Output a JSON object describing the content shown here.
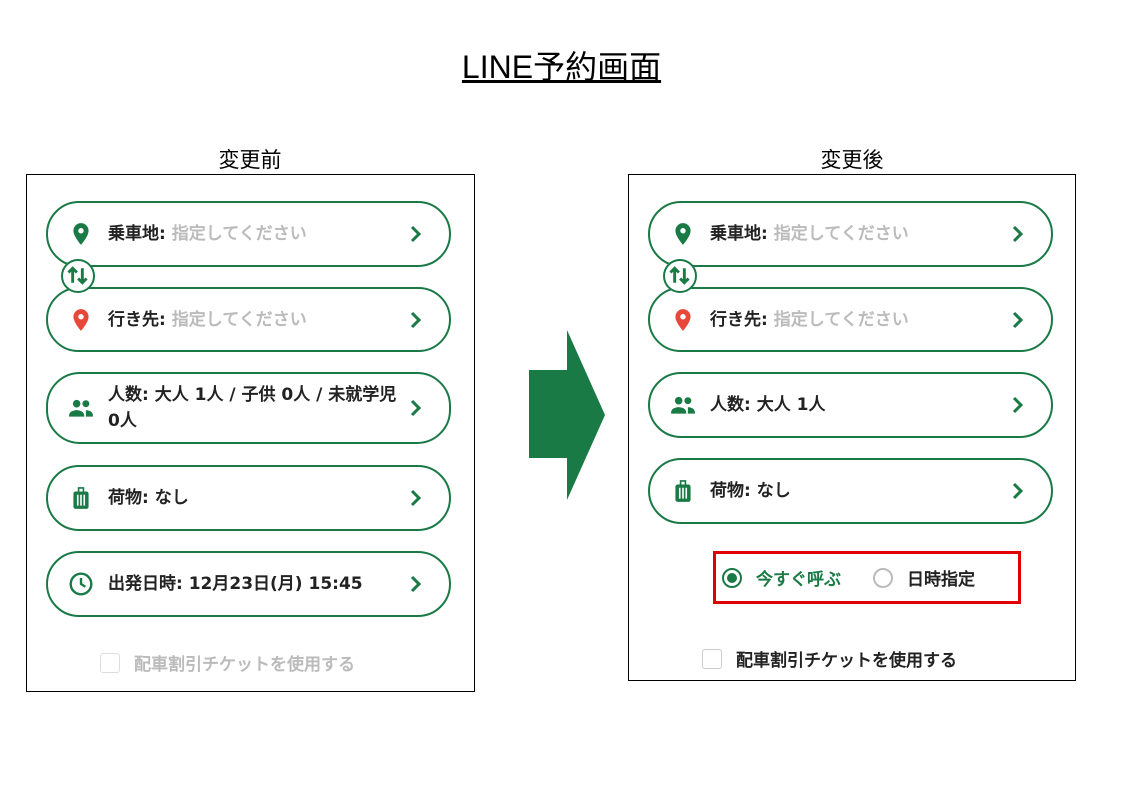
{
  "title": "LINE予約画面",
  "colors": {
    "green": "#1a7a46",
    "red_pin": "#e8483a",
    "highlight": "#e00000"
  },
  "before": {
    "caption": "変更前",
    "pickup": {
      "label": "乗車地:",
      "placeholder": "指定してください"
    },
    "destination": {
      "label": "行き先:",
      "placeholder": "指定してください"
    },
    "passengers": {
      "label": "人数: 大人 1人 / 子供 0人 / 未就学児 0人"
    },
    "luggage": {
      "label": "荷物: なし"
    },
    "departure": {
      "label": "出発日時: 12月23日(月) 15:45"
    },
    "coupon": "配車割引チケットを使用する"
  },
  "after": {
    "caption": "変更後",
    "pickup": {
      "label": "乗車地:",
      "placeholder": "指定してください"
    },
    "destination": {
      "label": "行き先:",
      "placeholder": "指定してください"
    },
    "passengers": {
      "label": "人数: 大人 1人"
    },
    "luggage": {
      "label": "荷物: なし"
    },
    "radio": {
      "now": "今すぐ呼ぶ",
      "scheduled": "日時指定",
      "selected": "now"
    },
    "coupon": "配車割引チケットを使用する"
  }
}
